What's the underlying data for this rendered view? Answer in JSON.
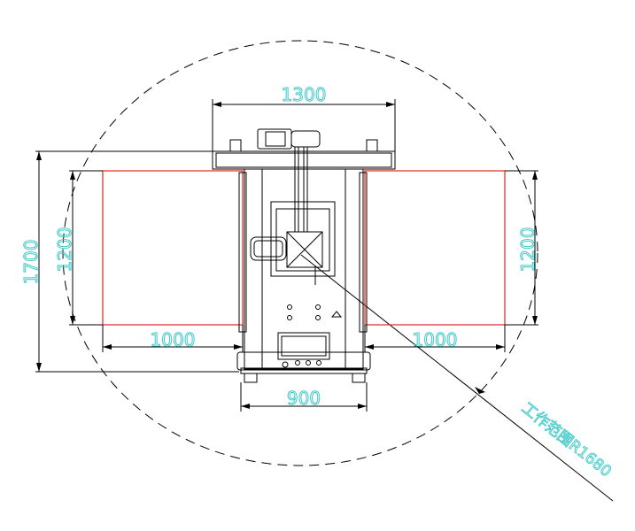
{
  "colors": {
    "dimension_text": "#3cc8c8",
    "outline": "#000000",
    "workpiece_area": "#e0261b",
    "background": "#ffffff"
  },
  "dimensions": {
    "top_width": "1300",
    "left_height_outer": "1700",
    "left_height_inner": "1200",
    "right_height": "1200",
    "left_length": "1000",
    "right_length": "1000",
    "bottom_width": "900"
  },
  "annotation": {
    "working_range": "工作范围R1680"
  }
}
